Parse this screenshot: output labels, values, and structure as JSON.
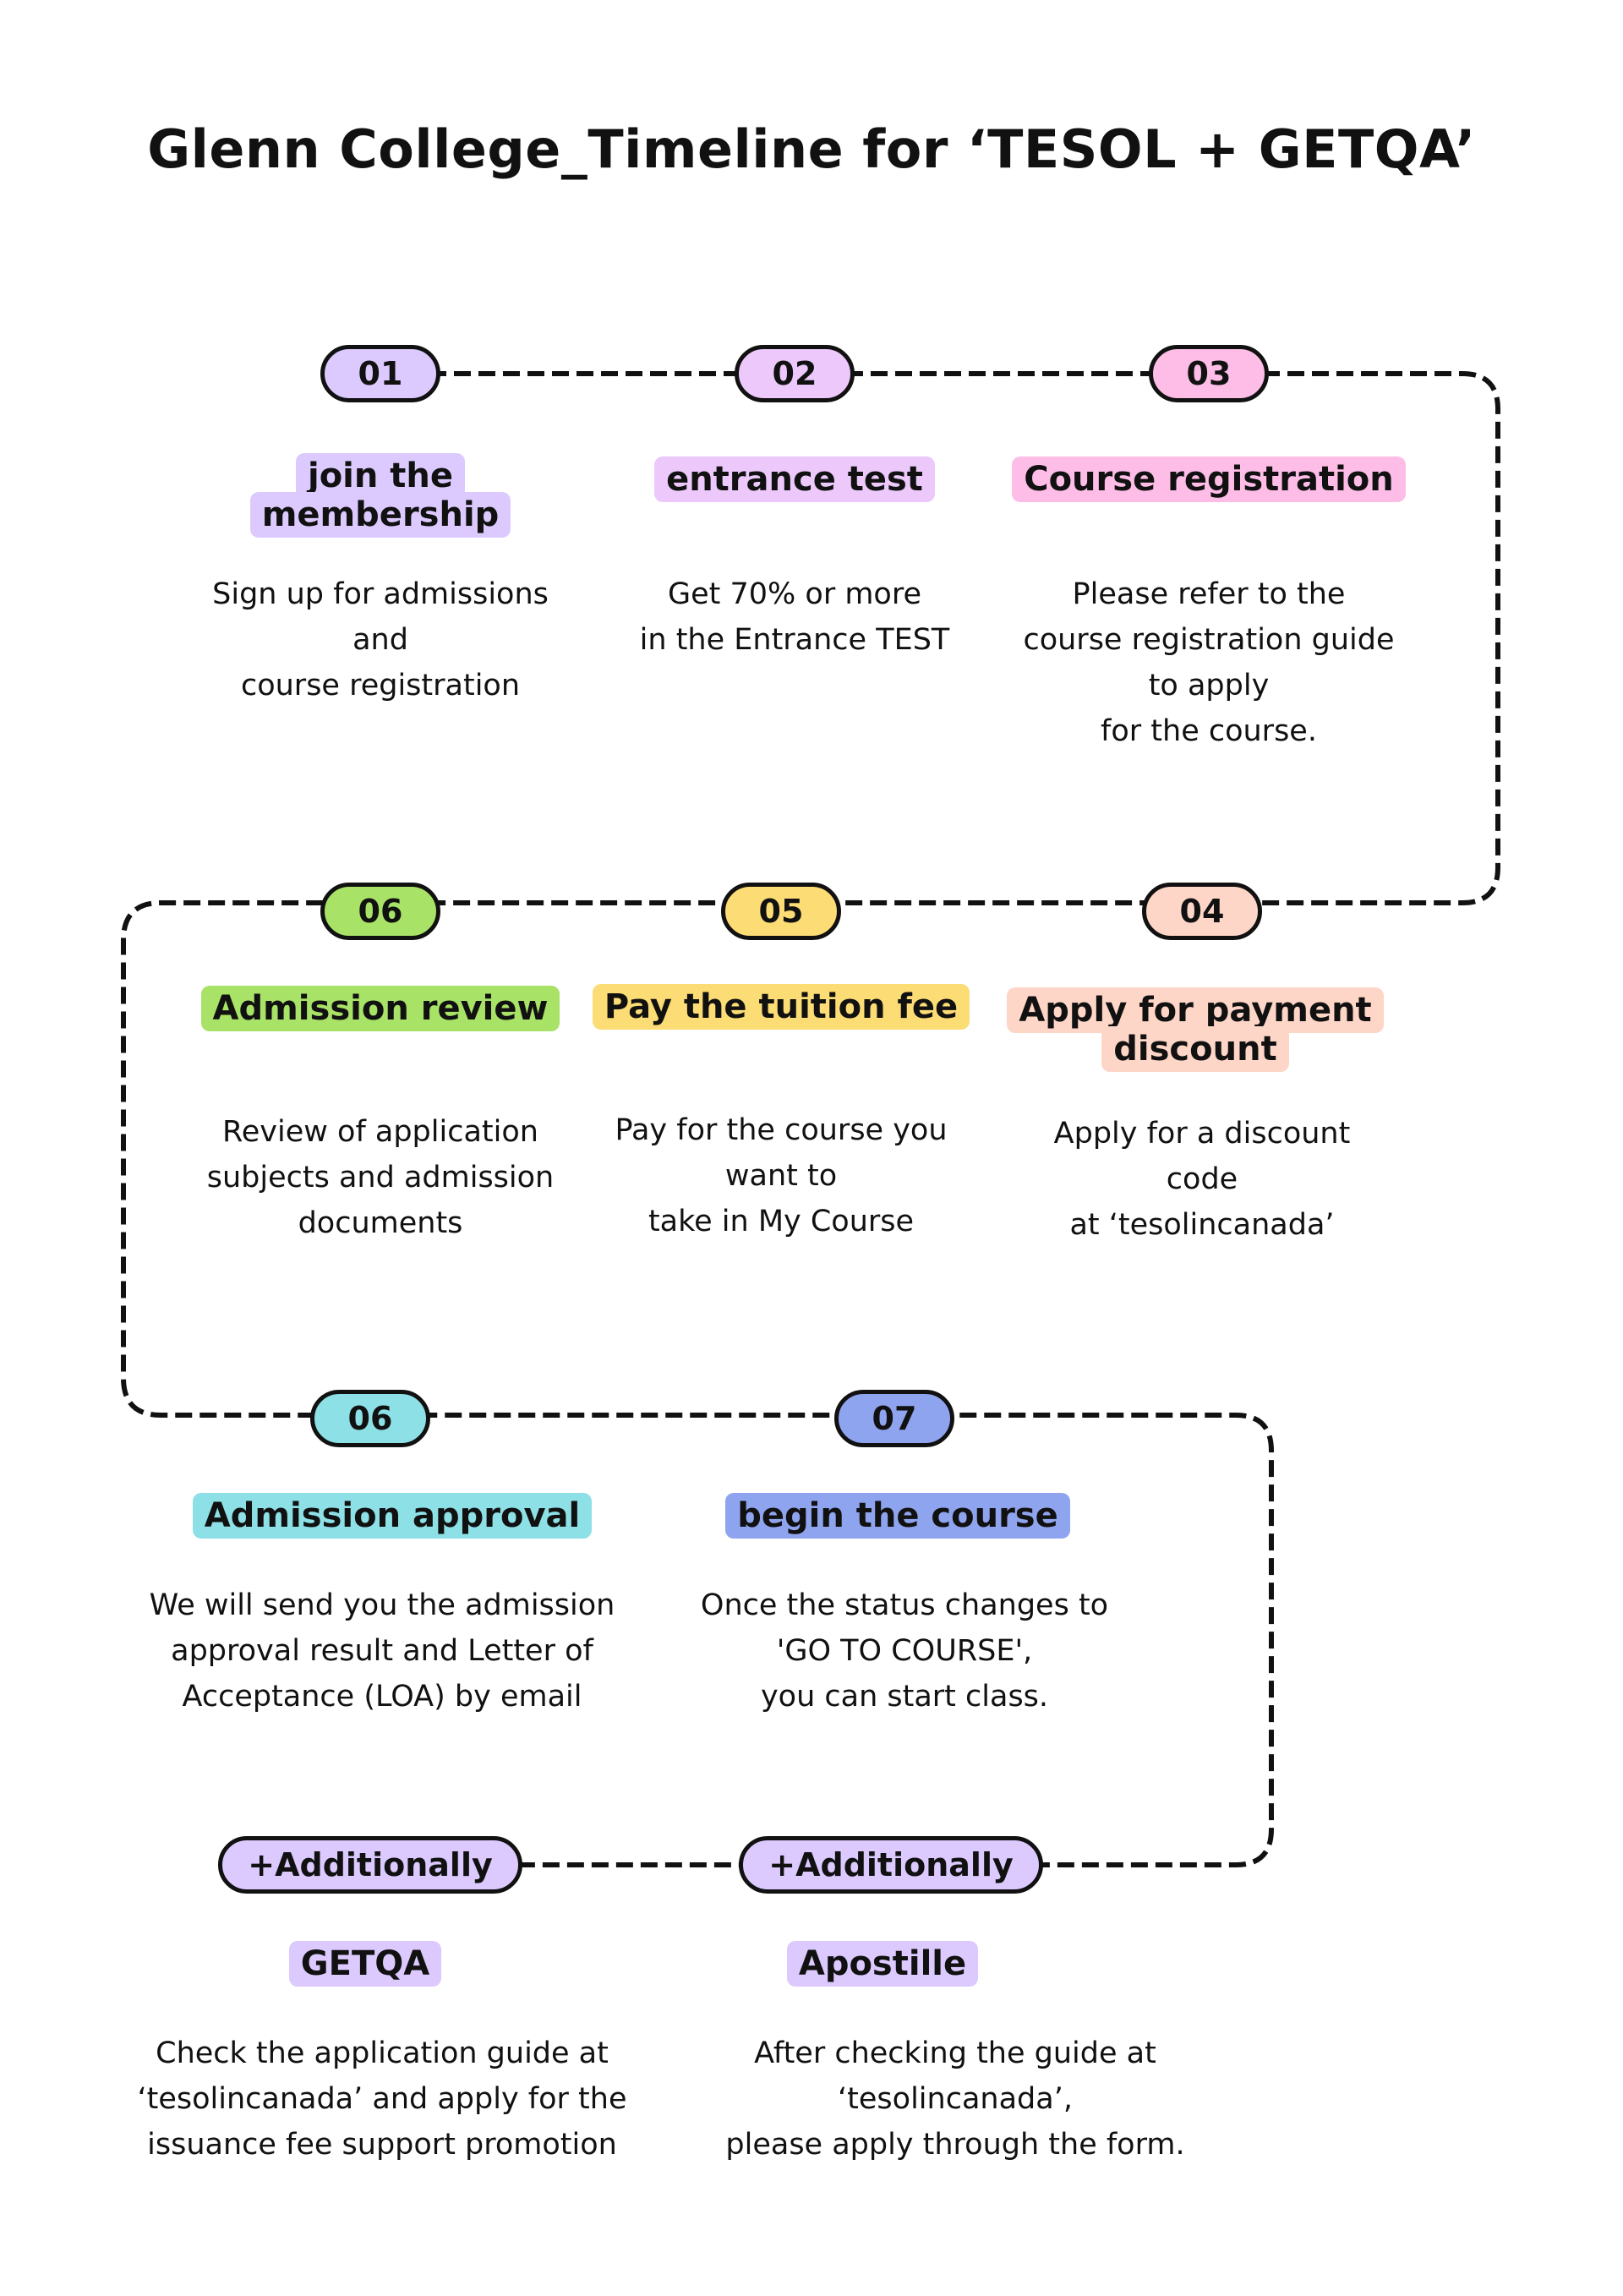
{
  "title": "Glenn College_Timeline for ‘TESOL + GETQA’",
  "steps": [
    {
      "num": "01",
      "label": "join the\nmembership",
      "desc": "Sign up for admissions\nand\ncourse registration",
      "pill_color": "#dccaff",
      "label_color": "#dccaff"
    },
    {
      "num": "02",
      "label": "entrance test",
      "desc": "Get 70% or more\nin the Entrance TEST",
      "pill_color": "#ecc8fb",
      "label_color": "#ecc8fb"
    },
    {
      "num": "03",
      "label": "Course registration",
      "desc": "Please refer to the\ncourse registration guide\nto apply\nfor the course.",
      "pill_color": "#fdbde6",
      "label_color": "#fdbde6"
    },
    {
      "num": "04",
      "label": "Apply for payment\ndiscount",
      "desc": "Apply for a discount\ncode\nat ‘tesolincanada’",
      "pill_color": "#fed6c7",
      "label_color": "#fed6c7"
    },
    {
      "num": "05",
      "label": "Pay the tuition fee",
      "desc": "Pay for the course you\nwant to\ntake in My Course",
      "pill_color": "#fcdc74",
      "label_color": "#fcdc74"
    },
    {
      "num": "06",
      "label": "Admission review",
      "desc": "Review of application\nsubjects and admission\ndocuments",
      "pill_color": "#a8e266",
      "label_color": "#a8e266"
    },
    {
      "num": "06",
      "label": "Admission approval",
      "desc": "We will send you the admission\napproval result and Letter of\nAcceptance (LOA) by email",
      "pill_color": "#8de0e6",
      "label_color": "#8de0e6"
    },
    {
      "num": "07",
      "label": "begin the course",
      "desc": "Once the status changes to\n'GO TO COURSE',\nyou can start class.",
      "pill_color": "#8fa4ee",
      "label_color": "#8fa4ee"
    },
    {
      "num": "+Additionally",
      "label": "Apostille",
      "desc": "After checking the guide at\n‘tesolincanada’,\nplease apply through the form.",
      "pill_color": "#dccaff",
      "label_color": "#dccaff"
    },
    {
      "num": "+Additionally",
      "label": "GETQA",
      "desc": "Check the application guide at\n‘tesolincanada’ and apply for the\nissuance fee support promotion",
      "pill_color": "#dccaff",
      "label_color": "#dccaff"
    }
  ],
  "colors": {
    "line": "#111111",
    "background": "#ffffff"
  }
}
